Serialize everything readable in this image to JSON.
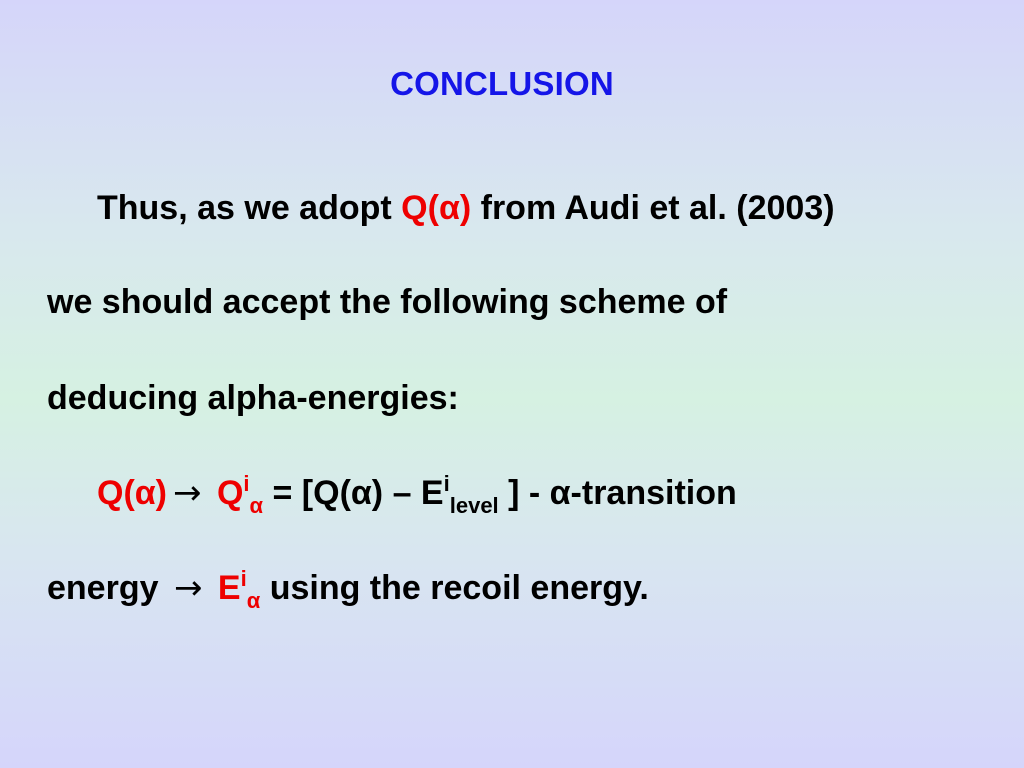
{
  "slide": {
    "title": "CONCLUSION",
    "paragraph": {
      "line1": {
        "lead": "Thus, as we adopt ",
        "q_alpha": "Q(α)",
        "tail": " from Audi et al. (2003)"
      },
      "line2": "we should accept the following scheme of",
      "line3": "deducing alpha-energies:",
      "line4": {
        "q_alpha": "Q(α)",
        "arrow": "→",
        "q_sym": "Q",
        "q_sup": "i",
        "q_sub": "α",
        "eq_part1": " = [Q(α) – E",
        "e_sup": "i",
        "e_sub": "level",
        "eq_part2": " ] - α-transition"
      },
      "line5": {
        "lead": "energy",
        "arrow": "→",
        "e_sym": "E",
        "e_sup": "i",
        "e_sub": "α",
        "tail": " using the recoil energy."
      }
    },
    "colors": {
      "title": "#1515e8",
      "highlight": "#ee0000",
      "text": "#000000"
    }
  }
}
